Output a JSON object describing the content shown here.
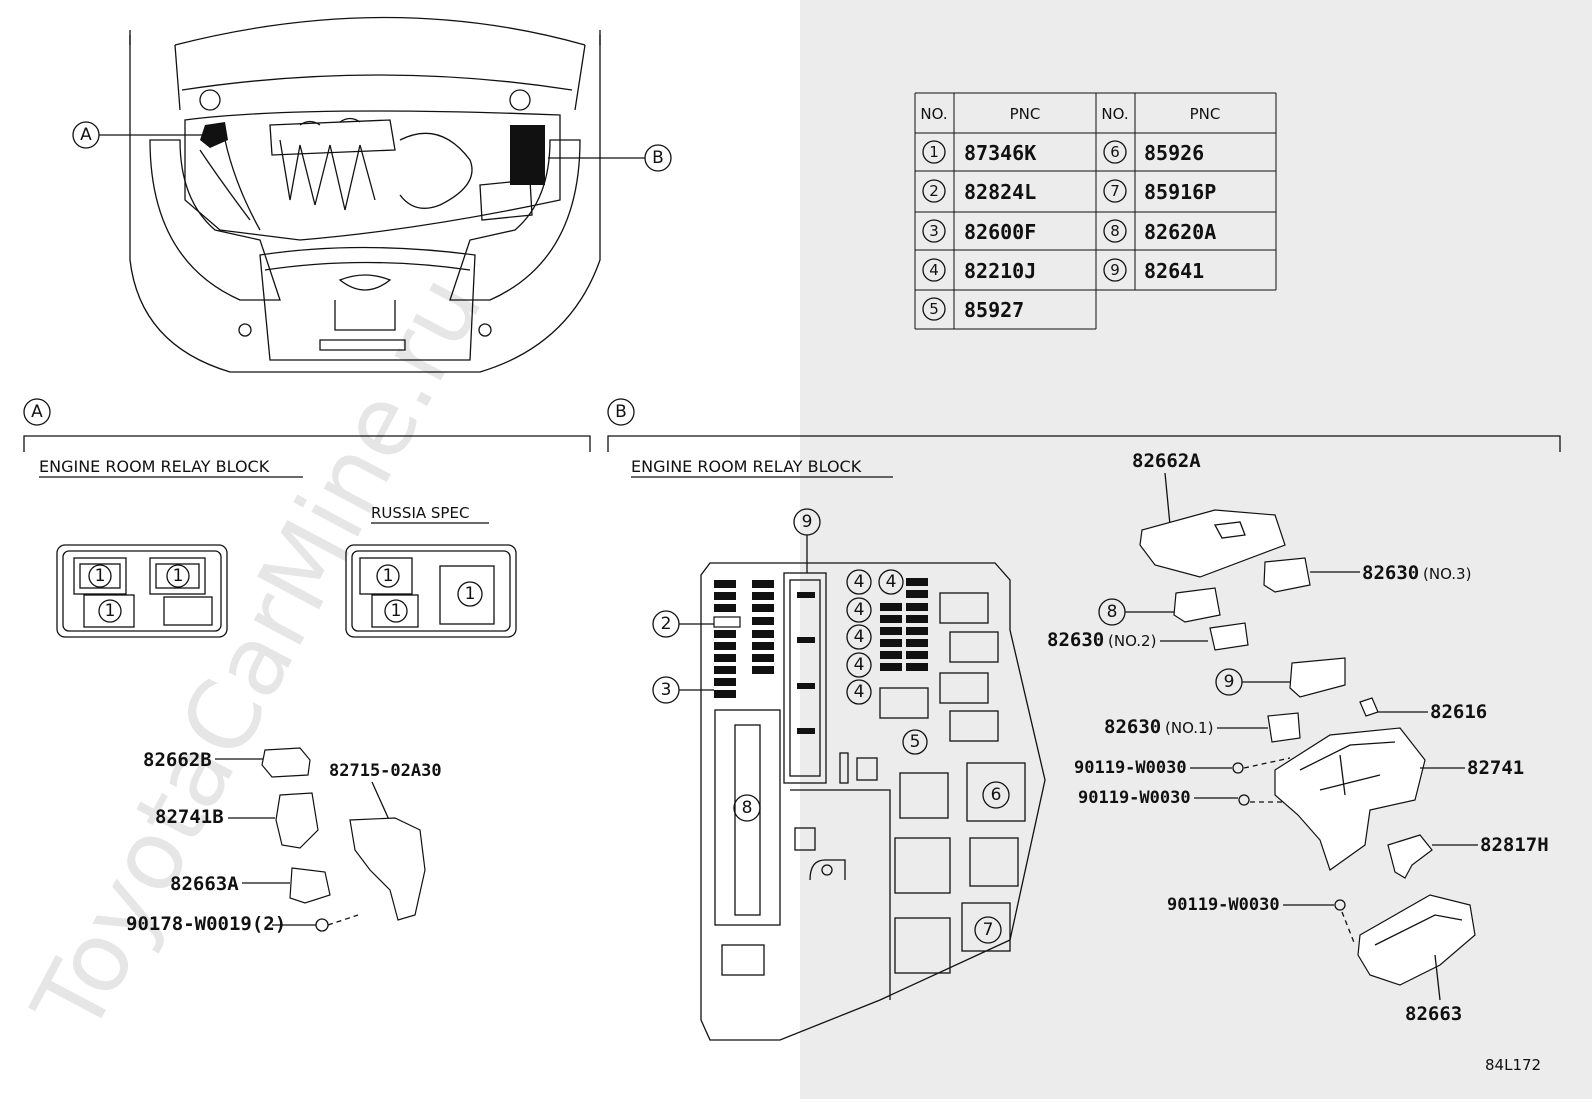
{
  "watermark": "ToyotaCarMine.ru",
  "figure_id": "84L172",
  "callouts": {
    "a": "A",
    "b": "B"
  },
  "section_a": {
    "title": "ENGINE ROOM RELAY BLOCK",
    "russia_spec": "RUSSIA SPEC",
    "parts": [
      "82662B",
      "82741B",
      "82663A",
      "82715-02A30",
      "90178-W0019(2)"
    ]
  },
  "section_b": {
    "title": "ENGINE ROOM RELAY BLOCK",
    "parts": {
      "p82662A": "82662A",
      "p82630_3": "82630",
      "p82630_3_note": "(NO.3)",
      "p82630_2": "82630",
      "p82630_2_note": "(NO.2)",
      "p82616": "82616",
      "p82630_1": "82630",
      "p82630_1_note": "(NO.1)",
      "p82741": "82741",
      "p90119_a": "90119-W0030",
      "p90119_b": "90119-W0030",
      "p82817H": "82817H",
      "p90119_c": "90119-W0030",
      "p82663": "82663"
    }
  },
  "pnc_table": {
    "headers": [
      "NO.",
      "PNC",
      "NO.",
      "PNC"
    ],
    "rows": [
      {
        "no": "1",
        "pnc": "87346K"
      },
      {
        "no": "2",
        "pnc": "82824L"
      },
      {
        "no": "3",
        "pnc": "82600F"
      },
      {
        "no": "4",
        "pnc": "82210J"
      },
      {
        "no": "5",
        "pnc": "85927"
      },
      {
        "no": "6",
        "pnc": "85926"
      },
      {
        "no": "7",
        "pnc": "85916P"
      },
      {
        "no": "8",
        "pnc": "82620A"
      },
      {
        "no": "9",
        "pnc": "82641"
      }
    ]
  },
  "index_labels": [
    "1",
    "2",
    "3",
    "4",
    "5",
    "6",
    "7",
    "8",
    "9"
  ]
}
